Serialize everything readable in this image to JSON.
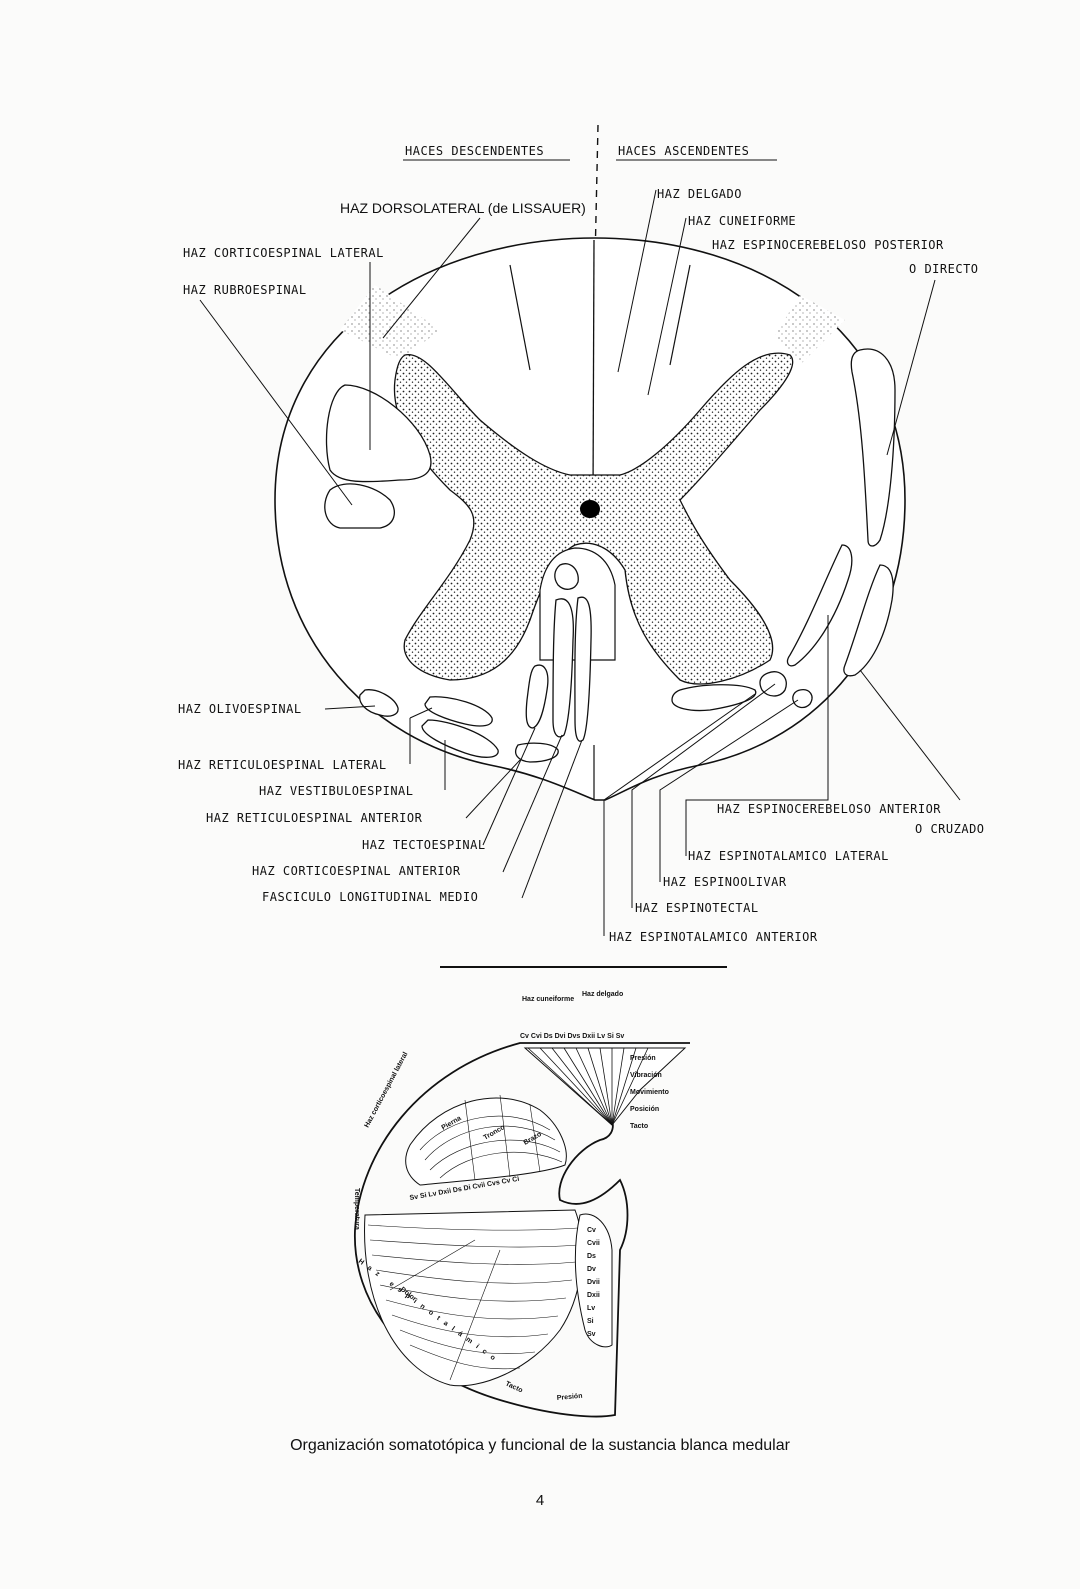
{
  "header": {
    "descendentes": "HACES DESCENDENTES",
    "ascendentes": "HACES ASCENDENTES"
  },
  "labels": {
    "dorsolateral": "HAZ DORSOLATERAL (de LISSAUER)",
    "delgado": "HAZ DELGADO",
    "cuneiforme": "HAZ CUNEIFORME",
    "espinocerebeloso_posterior_1": "HAZ ESPINOCEREBELOSO POSTERIOR",
    "espinocerebeloso_posterior_2": "O DIRECTO",
    "corticoespinal_lateral": "HAZ CORTICOESPINAL LATERAL",
    "rubroespinal": "HAZ RUBROESPINAL",
    "olivoespinal": "HAZ OLIVOESPINAL",
    "reticuloespinal_lateral": "HAZ RETICULOESPINAL LATERAL",
    "vestibuloespinal": "HAZ VESTIBULOESPINAL",
    "reticuloespinal_anterior": "HAZ RETICULOESPINAL ANTERIOR",
    "tectoespinal": "HAZ TECTOESPINAL",
    "corticoespinal_anterior": "HAZ CORTICOESPINAL ANTERIOR",
    "longitudinal_medio": "FASCICULO LONGITUDINAL MEDIO",
    "espinocerebeloso_anterior_1": "HAZ ESPINOCEREBELOSO ANTERIOR",
    "espinocerebeloso_anterior_2": "O CRUZADO",
    "espinotalamico_lateral": "HAZ ESPINOTALAMICO LATERAL",
    "espinoolivar": "HAZ ESPINOOLIVAR",
    "espinotectal": "HAZ ESPINOTECTAL",
    "espinotalamico_anterior": "HAZ ESPINOTALAMICO ANTERIOR"
  },
  "lower": {
    "haz_cuneiforme": "Haz cuneiforme",
    "haz_delgado": "Haz delgado",
    "segments_top": "Cv Cvi Ds Dvi Dvs Dxii Lv Si Sv",
    "modalities": [
      "Presión",
      "Vibración",
      "Movimiento",
      "Posición",
      "Tacto"
    ],
    "corticoespinal": "Haz corticoespinal lateral",
    "somatotopy": [
      "Pierna",
      "Tronco",
      "Brazo"
    ],
    "segments_lateral": "Sv Si Lv Dxii Ds Di Cvii Cvs Cv Ci",
    "segments_anterior": [
      "Cv",
      "Cvii",
      "Ds",
      "Dv",
      "Dvii",
      "Dxii",
      "Lv",
      "Si",
      "Sv"
    ],
    "temperatura": "Temperatura",
    "dolor": "Dolor",
    "tacto": "Tacto",
    "presion": "Presión",
    "espinotalamico": "Haz espinotalámico"
  },
  "caption": "Organización somatotópica y funcional de la sustancia blanca medular",
  "page_number": "4"
}
